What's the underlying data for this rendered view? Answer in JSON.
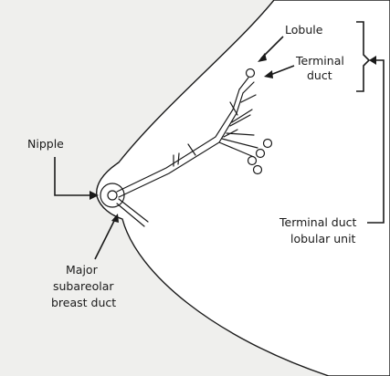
{
  "labels": {
    "lobule": "Lobule",
    "terminal_duct_line1": "Terminal",
    "terminal_duct_line2": "duct",
    "nipple": "Nipple",
    "major_duct_line1": "Major",
    "major_duct_line2": "subareolar",
    "major_duct_line3": "breast duct",
    "tdlu_line1": "Terminal duct",
    "tdlu_line2": "lobular unit"
  },
  "colors": {
    "background": "#efefed",
    "breast_fill": "#ffffff",
    "ink": "#1a1a1a"
  }
}
